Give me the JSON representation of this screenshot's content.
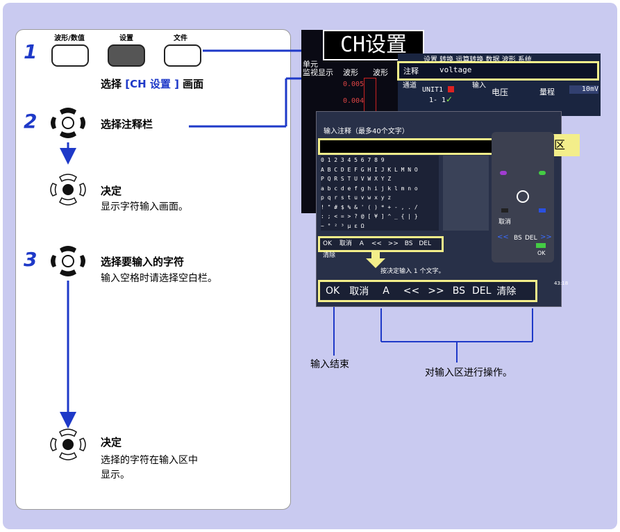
{
  "buttons": {
    "waveform_value": "波形/数值",
    "setting": "设置",
    "file": "文件"
  },
  "steps": [
    {
      "num": "1",
      "text_prefix": "选择 ",
      "text_highlight": "[CH 设置 ]",
      "text_suffix": " 画面"
    },
    {
      "num": "2",
      "text": "选择注释栏",
      "confirm": "决定",
      "confirm_desc": "显示字符输入画面。"
    },
    {
      "num": "3",
      "text": "选择要输入的字符",
      "desc": "输入空格时请选择空白栏。",
      "confirm": "决定",
      "confirm_desc_line1": "选择的字符在输入区中",
      "confirm_desc_line2": "显示。"
    }
  ],
  "screen1": {
    "title": "CH设置",
    "tab_unit": "单元",
    "tab_monitor": "监视显示",
    "tab_wave": "波形",
    "tab_wave2": "波形",
    "value1": "0.005",
    "value2": "0.004",
    "menu_fragments": "设置 转换 运算转换 数据 波形 系统",
    "comment_label": "注释",
    "comment_value": "voltage",
    "channel_label": "通道",
    "input_label": "输入",
    "unit": "UNIT1",
    "channel": "1- 1",
    "voltage": "电压",
    "range_label": "量程",
    "range_value": "10mV"
  },
  "screen2": {
    "title": "输入注释（最多40个文字）",
    "input_area_label": "输入区",
    "keyboard_rows": [
      "0 1 2 3 4 5 6 7 8 9",
      "A B C D E F G H I J K L M N O",
      "P Q R S T U V W X Y Z",
      "a b c d e f g h i j k l m n o",
      "p q r s t u v w x y z",
      "! \" # $ % & ' ( ) * + - , . /",
      ": ; < = > ? @ [ ¥ ] ^ _ { | }",
      "~ ° ² ³ µ ε Ω"
    ],
    "small_buttons": [
      "OK",
      "取消",
      "A",
      "<<",
      ">>",
      "BS",
      "DEL",
      "清除"
    ],
    "hint": "按决定输入 1 个文字。",
    "remote_cancel": "取消",
    "remote_bs": "BS",
    "remote_del": "DEL",
    "remote_ok": "OK",
    "remote_left": "<<",
    "remote_right": ">>",
    "clock": "43:18"
  },
  "big_buttons": [
    "OK",
    "取消",
    "A",
    "<<",
    ">>",
    "BS",
    "DEL",
    "清除"
  ],
  "annotations": {
    "end_input": "输入结束",
    "operate_input": "对输入区进行操作。"
  },
  "colors": {
    "step_blue": "#1e39c8",
    "highlight_yellow": "#f3ee8a",
    "background": "#c9caf0"
  }
}
